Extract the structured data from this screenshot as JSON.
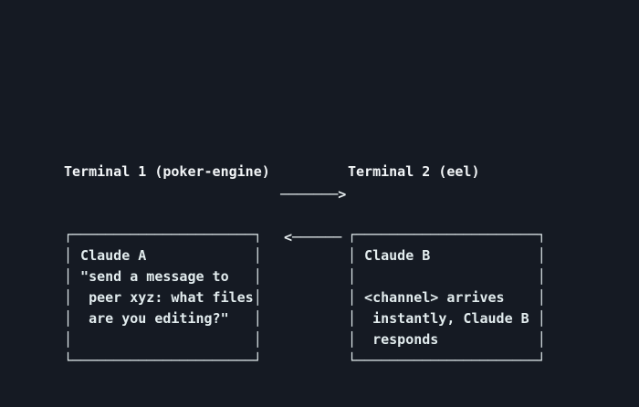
{
  "canvas": {
    "background_color": "#151a23",
    "text_color": "#f2f5f7",
    "border_color": "#e2ecee",
    "arrow_color": "#e8eff1"
  },
  "terminal1": {
    "title": "Terminal 1 (poker-engine)",
    "box_lines": [
      "┌──────────────────────┐",
      "│ Claude A             │",
      "│ \"send a message to   │",
      "│  peer xyz: what files│",
      "│  are you editing?\"   │",
      "│                      │",
      "└──────────────────────┘"
    ]
  },
  "terminal2": {
    "title": "Terminal 2 (eel)",
    "box_lines": [
      "┌──────────────────────┐",
      "│ Claude B             │",
      "│                      │",
      "│ <channel> arrives    │",
      "│  instantly, Claude B │",
      "│  responds            │",
      "└──────────────────────┘"
    ]
  },
  "arrows": {
    "terminal1_to_terminal2": "───────>",
    "terminal2_to_terminal1": "<──────"
  }
}
